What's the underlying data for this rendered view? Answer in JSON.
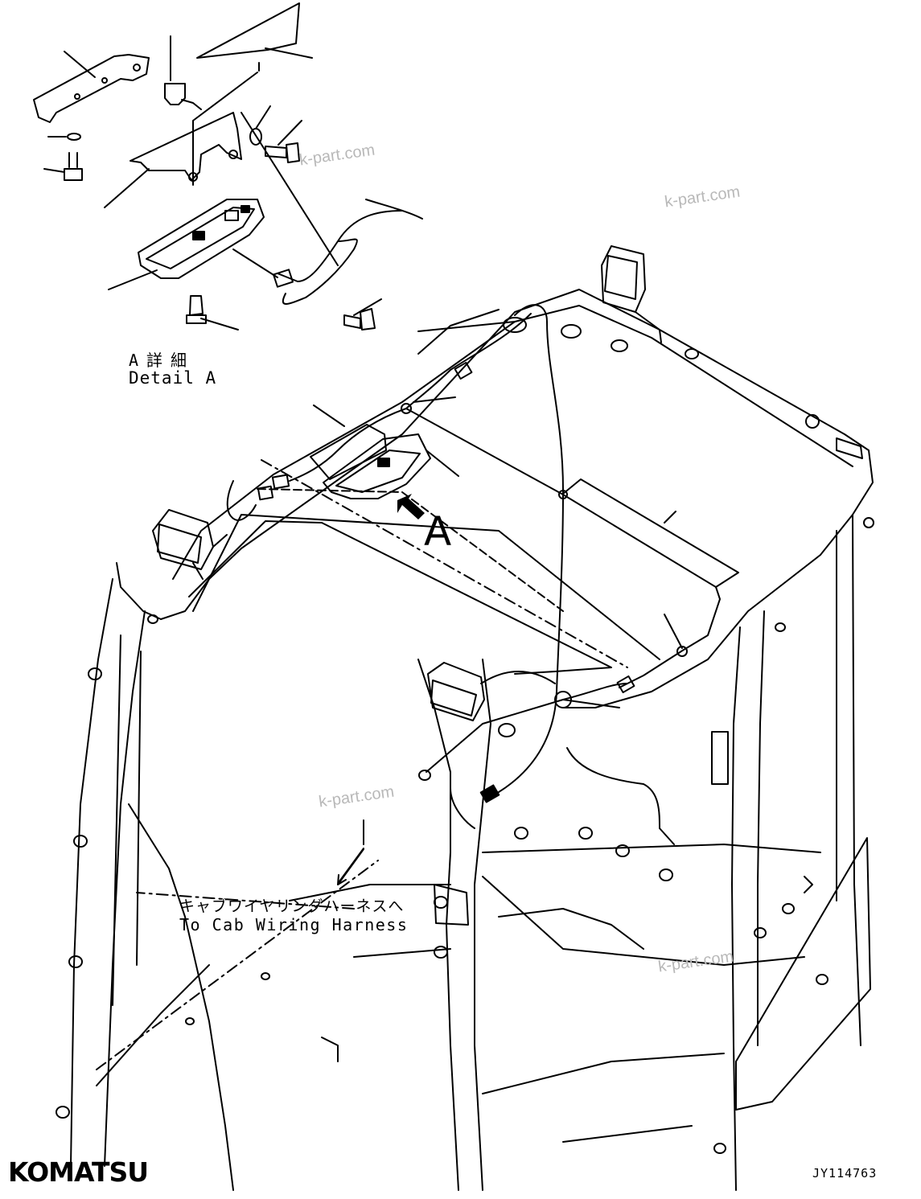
{
  "detail_label": {
    "japanese": "A詳細",
    "english": "Detail A"
  },
  "view_letter": "A",
  "harness_note": {
    "japanese": "キャブワイヤリングハーネスへ",
    "english": "To Cab Wiring Harness"
  },
  "watermarks": [
    "k-part.com",
    "k-part.com",
    "k-part.com",
    "k-part.com"
  ],
  "brand_logo": "KOMATSU",
  "drawing_number": "JY114763"
}
